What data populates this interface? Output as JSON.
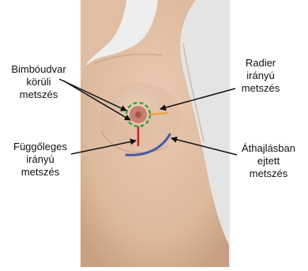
{
  "labels": {
    "periareolar": [
      "Bimbóudvar",
      "körüli",
      "metszés"
    ],
    "radial": [
      "Radier",
      "irányú",
      "metszés"
    ],
    "vertical": [
      "Függőleges",
      "irányú",
      "metszés"
    ],
    "inframammary": [
      "Áthajlásban",
      "ejtett",
      "metszés"
    ]
  },
  "colors": {
    "periareolar_incision": "#3aa33a",
    "radial_incision": "#f0a040",
    "vertical_incision": "#cc2222",
    "inframammary_incision": "#4a58a8",
    "skin": "#e3c0a5",
    "background_panel": "#ececec"
  }
}
